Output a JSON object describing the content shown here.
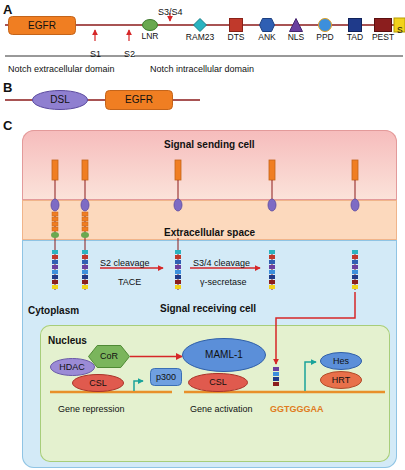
{
  "diagram": {
    "nodes": [
      {
        "text": [
          "EGFR"
        ]
      },
      {
        "text": [
          "LNR"
        ]
      },
      {
        "text": [
          "RAM23"
        ]
      },
      {
        "text": [
          "DTS"
        ]
      },
      {
        "text": [
          "ANK"
        ]
      },
      {
        "text": [
          "NLS"
        ]
      },
      {
        "text": [
          "PPD"
        ]
      },
      {
        "text": [
          "TAD"
        ]
      },
      {
        "text": [
          "PEST"
        ]
      },
      {
        "text": [
          "DSL"
        ]
      },
      {
        "text": [
          "EGFR"
        ]
      },
      {
        "text": [
          "Signal sending cell"
        ]
      },
      {
        "text": [
          "Extracellular space"
        ]
      },
      {
        "text": [
          "Signal receiving cell"
        ]
      },
      {
        "text": [
          "Nucleus"
        ],
        "in": 13
      },
      {
        "text": [
          "HDAC"
        ],
        "in": 14
      },
      {
        "text": [
          "CoR"
        ],
        "in": 14
      },
      {
        "text": [
          "CSL"
        ],
        "in": 14
      },
      {
        "text": [
          "MAML-1"
        ],
        "in": 14
      },
      {
        "text": [
          "p300"
        ],
        "in": 14
      },
      {
        "text": [
          "CSL"
        ],
        "in": 14
      },
      {
        "text": [
          "Hes"
        ],
        "in": 14
      },
      {
        "text": [
          "HRT"
        ],
        "in": 14
      }
    ],
    "edges": [
      {
        "from": 16,
        "to": 18,
        "arrow": "to"
      }
    ],
    "labels": [
      "A",
      "S3/S4",
      "S1",
      "S2",
      "S",
      "Notch extracellular domain",
      "Notch intracellular domain",
      "B",
      "C",
      "S2 cleavage",
      "TACE",
      "S3/4 cleavage",
      "γ-secretase",
      "Cytoplasm",
      "Gene repression",
      "Gene activation",
      "GGTGGGAA"
    ]
  }
}
